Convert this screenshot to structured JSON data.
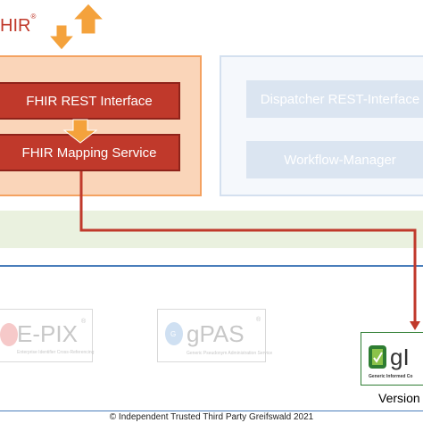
{
  "logo": {
    "text": "HIR",
    "mark": "®"
  },
  "fhir_panel": {
    "rest_interface": "FHIR REST Interface",
    "mapping_service": "FHIR Mapping Service"
  },
  "dispatcher_panel": {
    "rest_interface": "Dispatcher REST-Interface",
    "workflow_manager": "Workflow-Manager"
  },
  "tools": {
    "epix": {
      "name": "E-PIX",
      "mark": "®",
      "subtitle": "Enterprise Identifier Cross-Referencing"
    },
    "gpas": {
      "name": "gPAS",
      "mark": "®",
      "subtitle": "Generic Pseudonym Administration Service"
    },
    "gics": {
      "name": "gI",
      "subtitle": "Generic Informed Co"
    }
  },
  "version_label": "Version",
  "copyright": "© Independent Trusted Third Party Greifswald 2021",
  "colors": {
    "fhir_red": "#c0392b",
    "panel_orange": "#fad5b9",
    "arrow_orange": "#f4a23c",
    "connector_red": "#c0392b",
    "dispatcher_blue": "#dbe5f1",
    "rule_blue": "#4a7ebb"
  }
}
